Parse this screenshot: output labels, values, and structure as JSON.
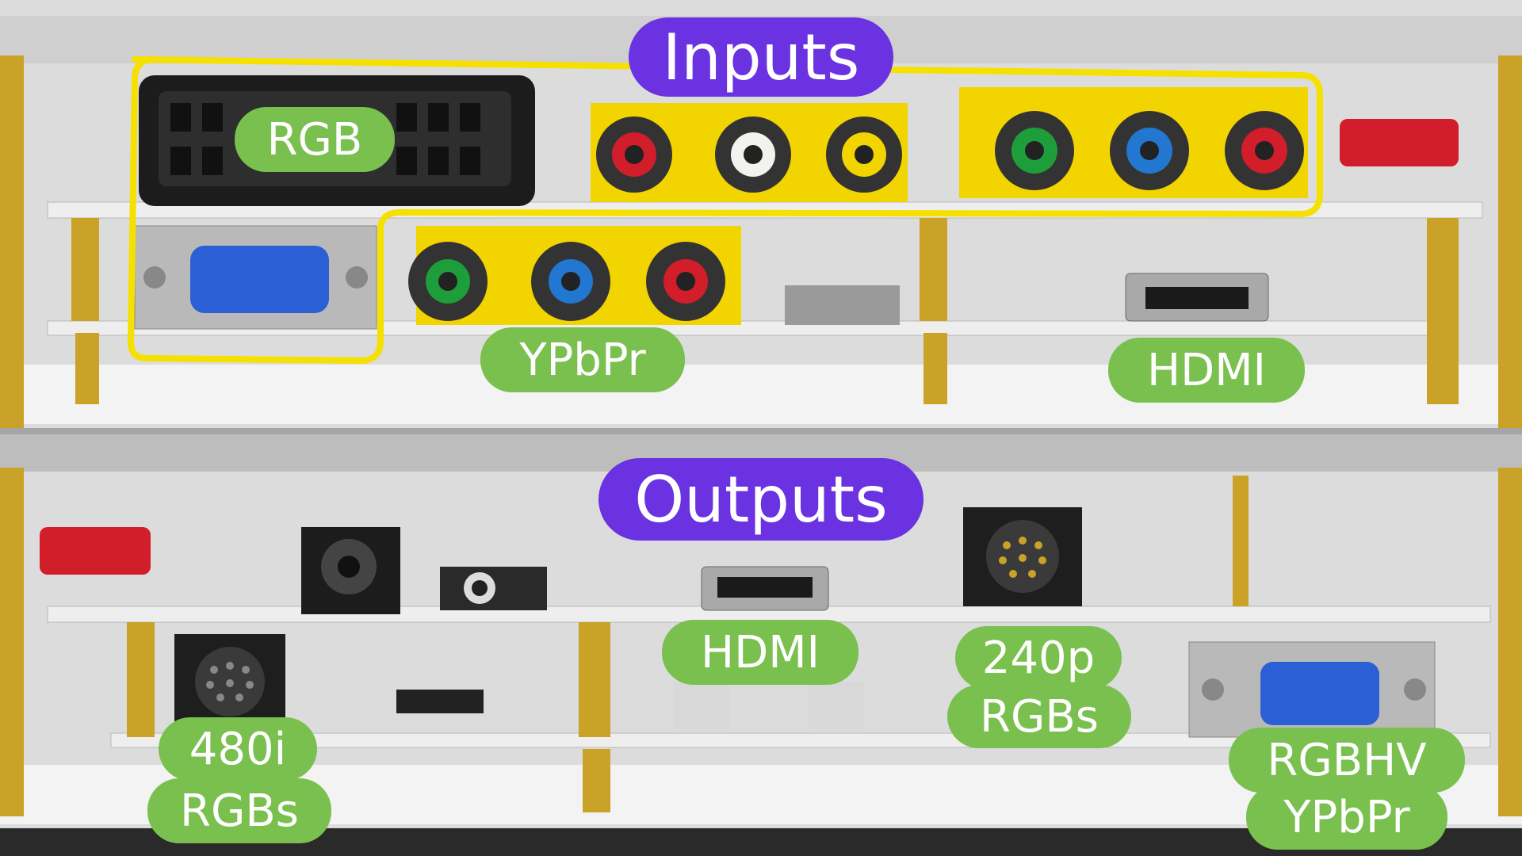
{
  "groups": {
    "inputs_title": "Inputs",
    "outputs_title": "Outputs"
  },
  "input_labels": {
    "rgb": "RGB",
    "ypbpr": "YPbPr",
    "hdmi": "HDMI"
  },
  "output_labels": {
    "hdmi": "HDMI",
    "p240_line1": "240p",
    "p240_line2": "RGBs",
    "i480_line1": "480i",
    "i480_line2": "RGBs",
    "rgbhv_line1": "RGBHV",
    "rgbhv_line2": "YPbPr"
  },
  "colors": {
    "label_green": "#7ac04e",
    "label_purple": "#6a32e0",
    "highlight_yellow": "#f5e000",
    "pcb_white": "#eeeeee",
    "standoff_brass": "#c9a227",
    "vga_blue": "#2a5fd6"
  }
}
